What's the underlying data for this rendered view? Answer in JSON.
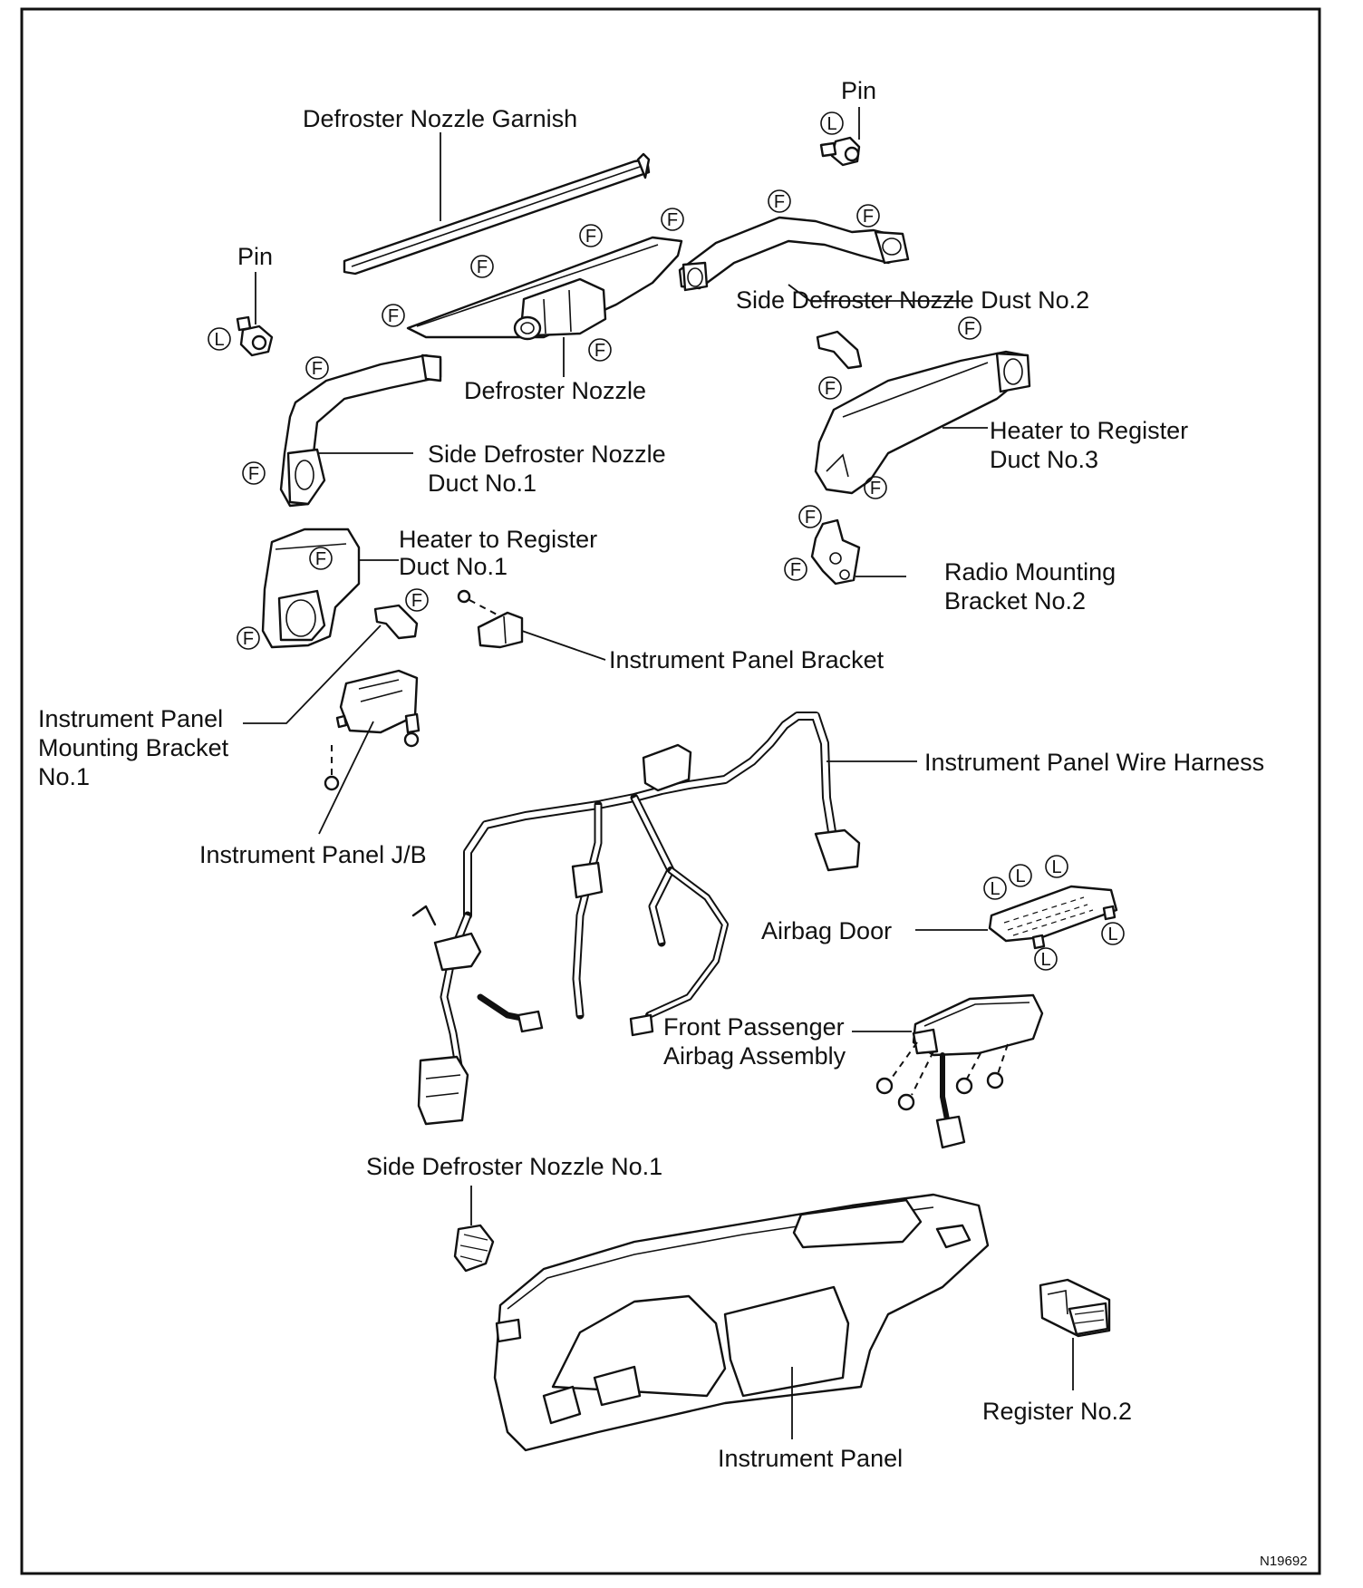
{
  "labels": {
    "defroster_nozzle_garnish": "Defroster Nozzle Garnish",
    "pin_top": "Pin",
    "pin_left": "Pin",
    "side_defroster_nozzle_dust_no2": "Side Defroster Nozzle Dust No.2",
    "defroster_nozzle": "Defroster Nozzle",
    "side_defroster_nozzle_duct_no1_line1": "Side Defroster Nozzle",
    "side_defroster_nozzle_duct_no1_line2": "Duct No.1",
    "heater_register_duct_no3_line1": "Heater  to  Register",
    "heater_register_duct_no3_line2": "Duct No.3",
    "heater_register_duct_no1_line1": "Heater  to  Register",
    "heater_register_duct_no1_line2": "Duct No.1",
    "radio_mounting_bracket_line1": "Radio Mounting",
    "radio_mounting_bracket_line2": "Bracket No.2",
    "instrument_panel_bracket": "Instrument Panel Bracket",
    "ip_mounting_bracket_line1": "Instrument Panel",
    "ip_mounting_bracket_line2": "Mounting Bracket",
    "ip_mounting_bracket_line3": "No.1",
    "ip_wire_harness": "Instrument Panel Wire Harness",
    "ip_jb": "Instrument Panel J/B",
    "airbag_door": "Airbag Door",
    "front_passenger_airbag_line1": "Front Passenger",
    "front_passenger_airbag_line2": "Airbag Assembly",
    "side_defroster_nozzle_no1": "Side Defroster Nozzle No.1",
    "register_no2": "Register No.2",
    "instrument_panel": "Instrument Panel",
    "figure_code": "N19692"
  },
  "markers": {
    "f": "F",
    "l": "L"
  }
}
